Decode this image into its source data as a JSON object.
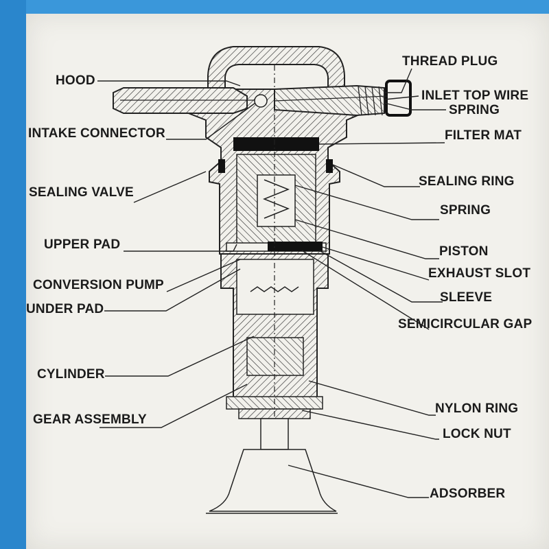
{
  "diagram": {
    "colors": {
      "background": "#2f8fd4",
      "paper": "#f2f1ec",
      "ink": "#1b1b1b"
    },
    "labels_left": [
      "HOOD",
      "INTAKE CONNECTOR",
      "SEALING VALVE",
      "UPPER PAD",
      "CONVERSION PUMP",
      "UNDER PAD",
      "CYLINDER",
      "GEAR ASSEMBLY"
    ],
    "labels_right": [
      "THREAD PLUG",
      "INLET TOP WIRE",
      "SPRING",
      "FILTER MAT",
      "SEALING RING",
      "SPRING",
      "PISTON",
      "EXHAUST SLOT",
      "SLEEVE",
      "SEMICIRCULAR GAP",
      "NYLON RING",
      "LOCK NUT",
      "ADSORBER"
    ]
  }
}
